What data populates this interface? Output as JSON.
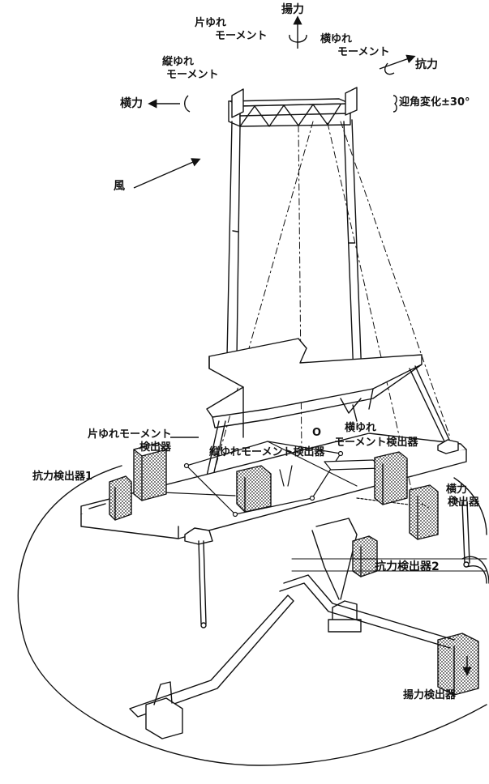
{
  "labels": {
    "lift": "揚力",
    "roll_moment_1": "片ゆれ",
    "roll_moment_2": "モーメント",
    "yaw_moment_1": "横ゆれ",
    "yaw_moment_2": "モーメント",
    "pitch_moment_1": "縦ゆれ",
    "pitch_moment_2": "モーメント",
    "drag": "抗力",
    "side_force": "横力",
    "attack_angle": "迎角変化±30°",
    "wind": "風",
    "roll_detector_1": "片ゆれモーメント",
    "roll_detector_2": "検出器",
    "pitch_detector": "縦ゆれモーメント検出器",
    "origin": "O",
    "yaw_detector_1": "横ゆれ",
    "yaw_detector_2": "モーメント検出器",
    "drag_detector_1": "抗力検出器1",
    "side_detector_1": "横力",
    "side_detector_2": "検出器",
    "drag_detector_2": "抗力検出器2",
    "lift_detector": "揚力検出器"
  }
}
